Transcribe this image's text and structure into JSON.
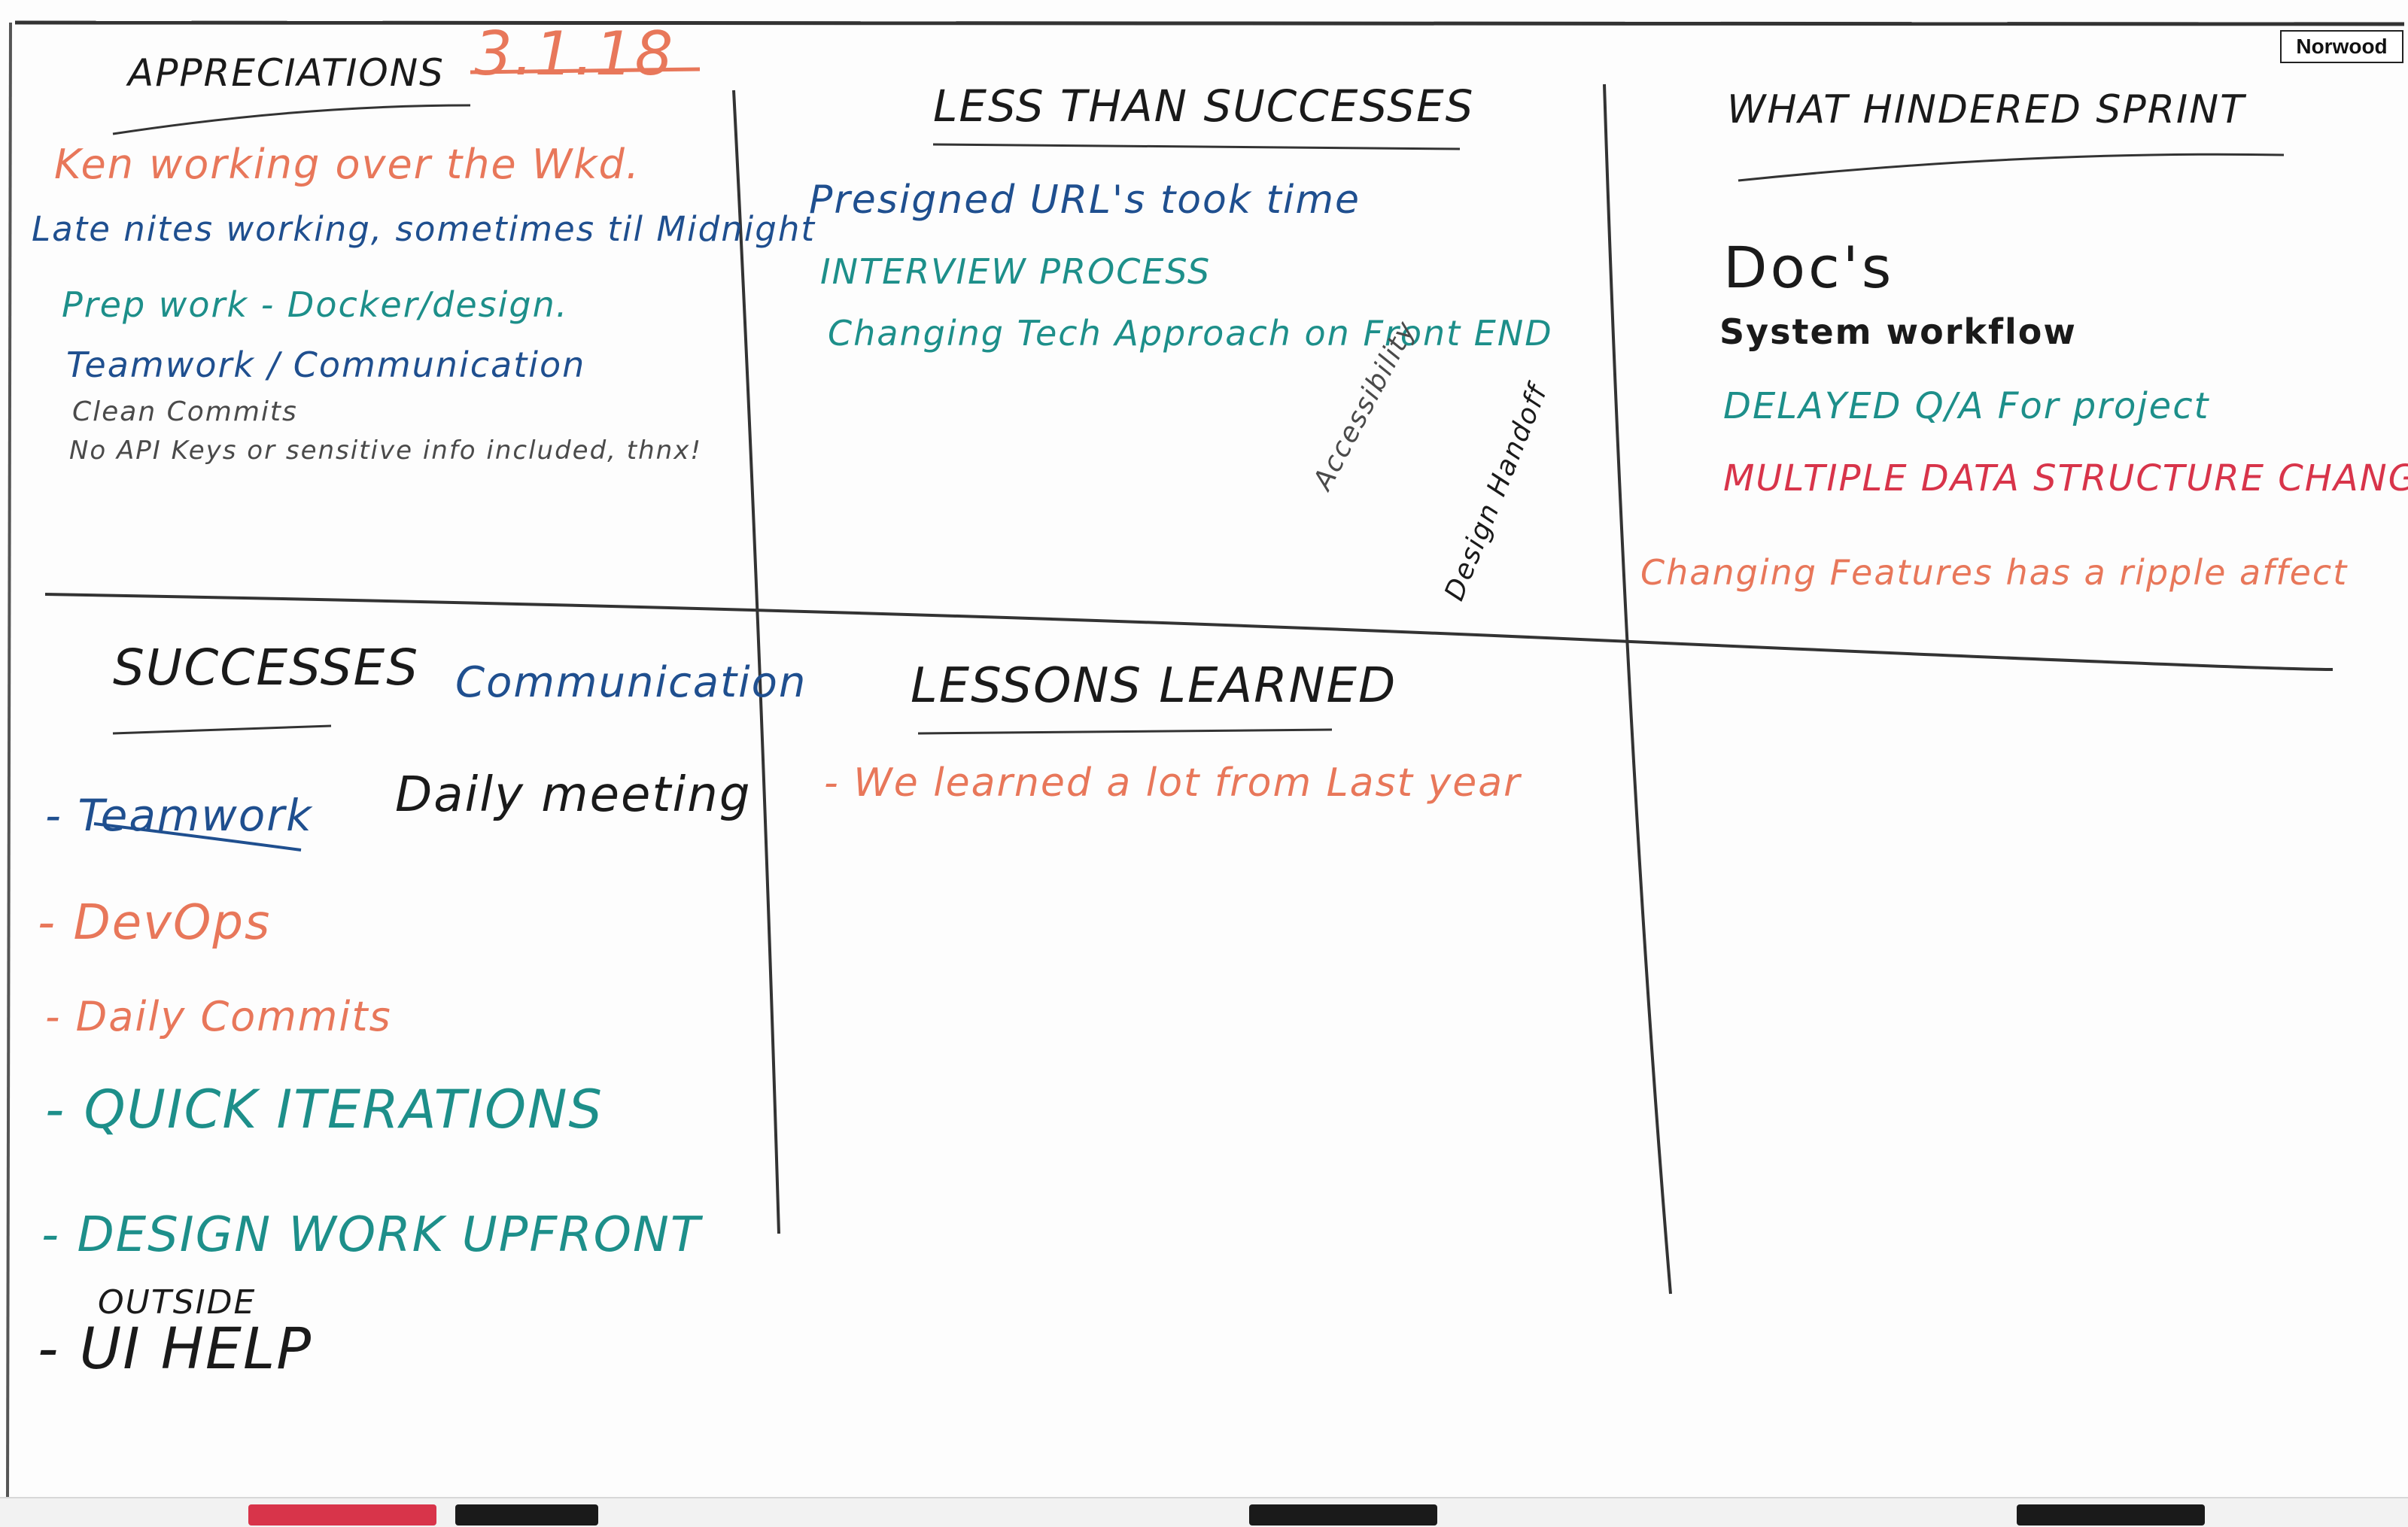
{
  "brand": "Norwood",
  "colors": {
    "black": "#1a1a1a",
    "blue": "#1f4f8f",
    "teal": "#1d8f8a",
    "orange": "#e8775a",
    "red": "#d8344a",
    "gray": "#4a4a4a"
  },
  "board": {
    "date": "3.1.18",
    "appreciations": {
      "heading": "APPRECIATIONS",
      "items": [
        "Ken working over the Wkd.",
        "Late nites working, sometimes til Midnight",
        "Prep work - Docker/design.",
        "Teamwork / Communication",
        "Clean Commits",
        "No API Keys or sensitive info included, thnx!"
      ]
    },
    "less_than_successes": {
      "heading": "LESS THAN SUCCESSES",
      "items": [
        "Presigned URL's took time",
        "INTERVIEW PROCESS",
        "Changing Tech Approach on Front END"
      ],
      "side_notes": [
        "Accessibility",
        "Design Handoff"
      ]
    },
    "what_hindered_sprint": {
      "heading": "WHAT HINDERED SPRINT",
      "items": [
        "Doc's",
        "System workflow",
        "DELAYED Q/A For project",
        "MULTIPLE DATA STRUCTURE CHANGES",
        "Changing Features has a ripple affect"
      ]
    },
    "successes": {
      "heading": "SUCCESSES",
      "extra_heading": "Communication",
      "daily_meeting": "Daily meeting",
      "items": [
        "- Teamwork",
        "- DevOps",
        "- Daily Commits",
        "- QUICK ITERATIONS",
        "- DESIGN WORK UPFRONT"
      ],
      "outside_label": "OUTSIDE",
      "ui_help": "- UI HELP"
    },
    "lessons_learned": {
      "heading": "LESSONS LEARNED",
      "items": [
        "- We learned a lot from Last year"
      ]
    }
  }
}
